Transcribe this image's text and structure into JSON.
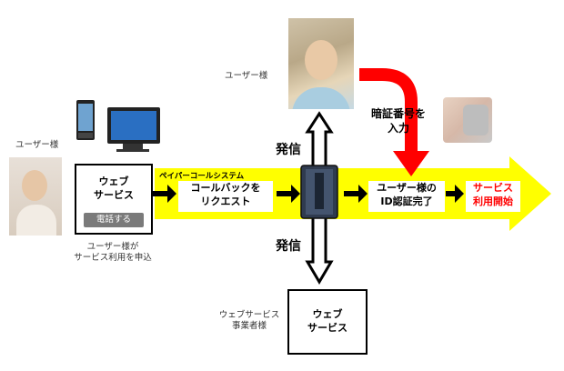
{
  "labels": {
    "user_top": "ユーザー様",
    "user_left": "ユーザー様",
    "user_applies_line1": "ユーザー様が",
    "user_applies_line2": "サービス利用を申込",
    "provider_line1": "ウェブサービス",
    "provider_line2": "事業者様"
  },
  "boxes": {
    "web_service_left_line1": "ウェブ",
    "web_service_left_line2": "サービス",
    "call_button": "電話する",
    "callback_line1": "コールバックを",
    "callback_line2": "リクエスト",
    "id_line1": "ユーザー様の",
    "id_line2": "ID認証完了",
    "start_line1": "サービス",
    "start_line2": "利用開始",
    "web_service_bottom_line1": "ウェブ",
    "web_service_bottom_line2": "サービス"
  },
  "arrows": {
    "system_name": "ペイパーコールシステム",
    "call_top": "発信",
    "call_bottom": "発信",
    "pin_line1": "暗証番号を",
    "pin_line2": "入力"
  },
  "colors": {
    "yellow": "#ffff00",
    "red": "#ff0000",
    "button_gray": "#7a7a7a"
  }
}
